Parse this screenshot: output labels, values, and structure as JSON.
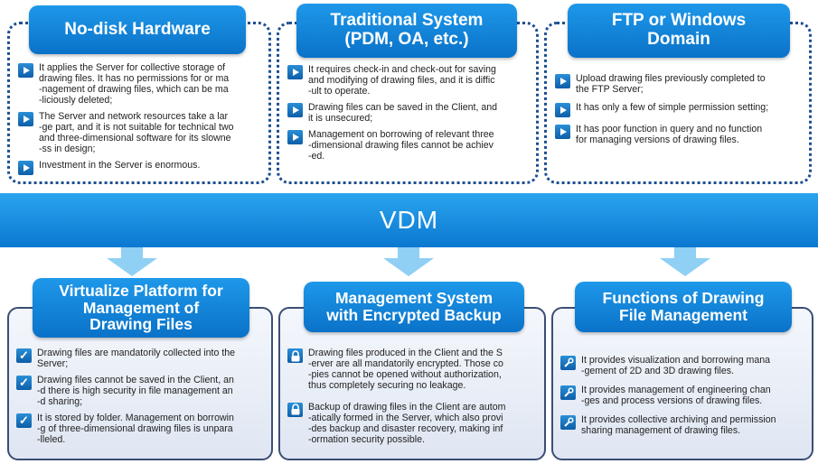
{
  "band": {
    "label": "VDM"
  },
  "top": [
    {
      "title_lines": [
        "No-disk Hardware"
      ],
      "items": [
        "It applies the Server for collective storage of\ndrawing files. It has no permissions for or ma\n-nagement of drawing files, which can be ma\n-liciously deleted;",
        "The Server and network resources take a lar\n-ge part, and it is not suitable for technical two\nand three-dimensional software for its slowne\n-ss in design;",
        "Investment in the Server is enormous."
      ]
    },
    {
      "title_lines": [
        "Traditional System",
        "(PDM, OA, etc.)"
      ],
      "items": [
        "It requires check-in and check-out for saving\nand modifying of drawing files, and it is diffic\n-ult to operate.",
        "Drawing files can be saved in the Client, and\nit is unsecured;",
        "Management on borrowing of relevant three\n-dimensional drawing files cannot be achiev\n-ed."
      ]
    },
    {
      "title_lines": [
        "FTP or Windows",
        "Domain"
      ],
      "items": [
        "Upload drawing files previously completed to\nthe FTP Server;",
        "It has only a few of simple permission setting;",
        "It has poor function in query and no function\nfor managing versions of drawing files."
      ]
    }
  ],
  "bottom": [
    {
      "title_lines": [
        "Virtualize Platform for",
        "Management of",
        "Drawing Files"
      ],
      "icon": "check-icon",
      "items": [
        "Drawing files are mandatorily collected into the\nServer;",
        "Drawing files cannot be saved in the Client, an\n-d there is high security in file management an\n-d sharing;",
        "It is stored by folder. Management on borrowin\n-g of three-dimensional drawing files is unpara\n-lleled."
      ]
    },
    {
      "title_lines": [
        "Management System",
        "with Encrypted Backup"
      ],
      "icon": "lock-icon",
      "items": [
        "Drawing files produced in the Client and the S\n-erver are all mandatorily encrypted. Those co\n-pies cannot be opened without authorization,\nthus completely securing no leakage.",
        "Backup of drawing files in the Client are autom\n-atically formed in the Server, which also provi\n-des backup and disaster recovery, making inf\n-ormation security possible."
      ]
    },
    {
      "title_lines": [
        "Functions of Drawing",
        "File Management"
      ],
      "icon": "wrench-icon",
      "items": [
        "It provides visualization and borrowing mana\n-gement of 2D and 3D drawing files.",
        "It provides management of engineering chan\n-ges and process versions of drawing files.",
        "It provides collective archiving and permission\nsharing management of drawing files."
      ]
    }
  ]
}
